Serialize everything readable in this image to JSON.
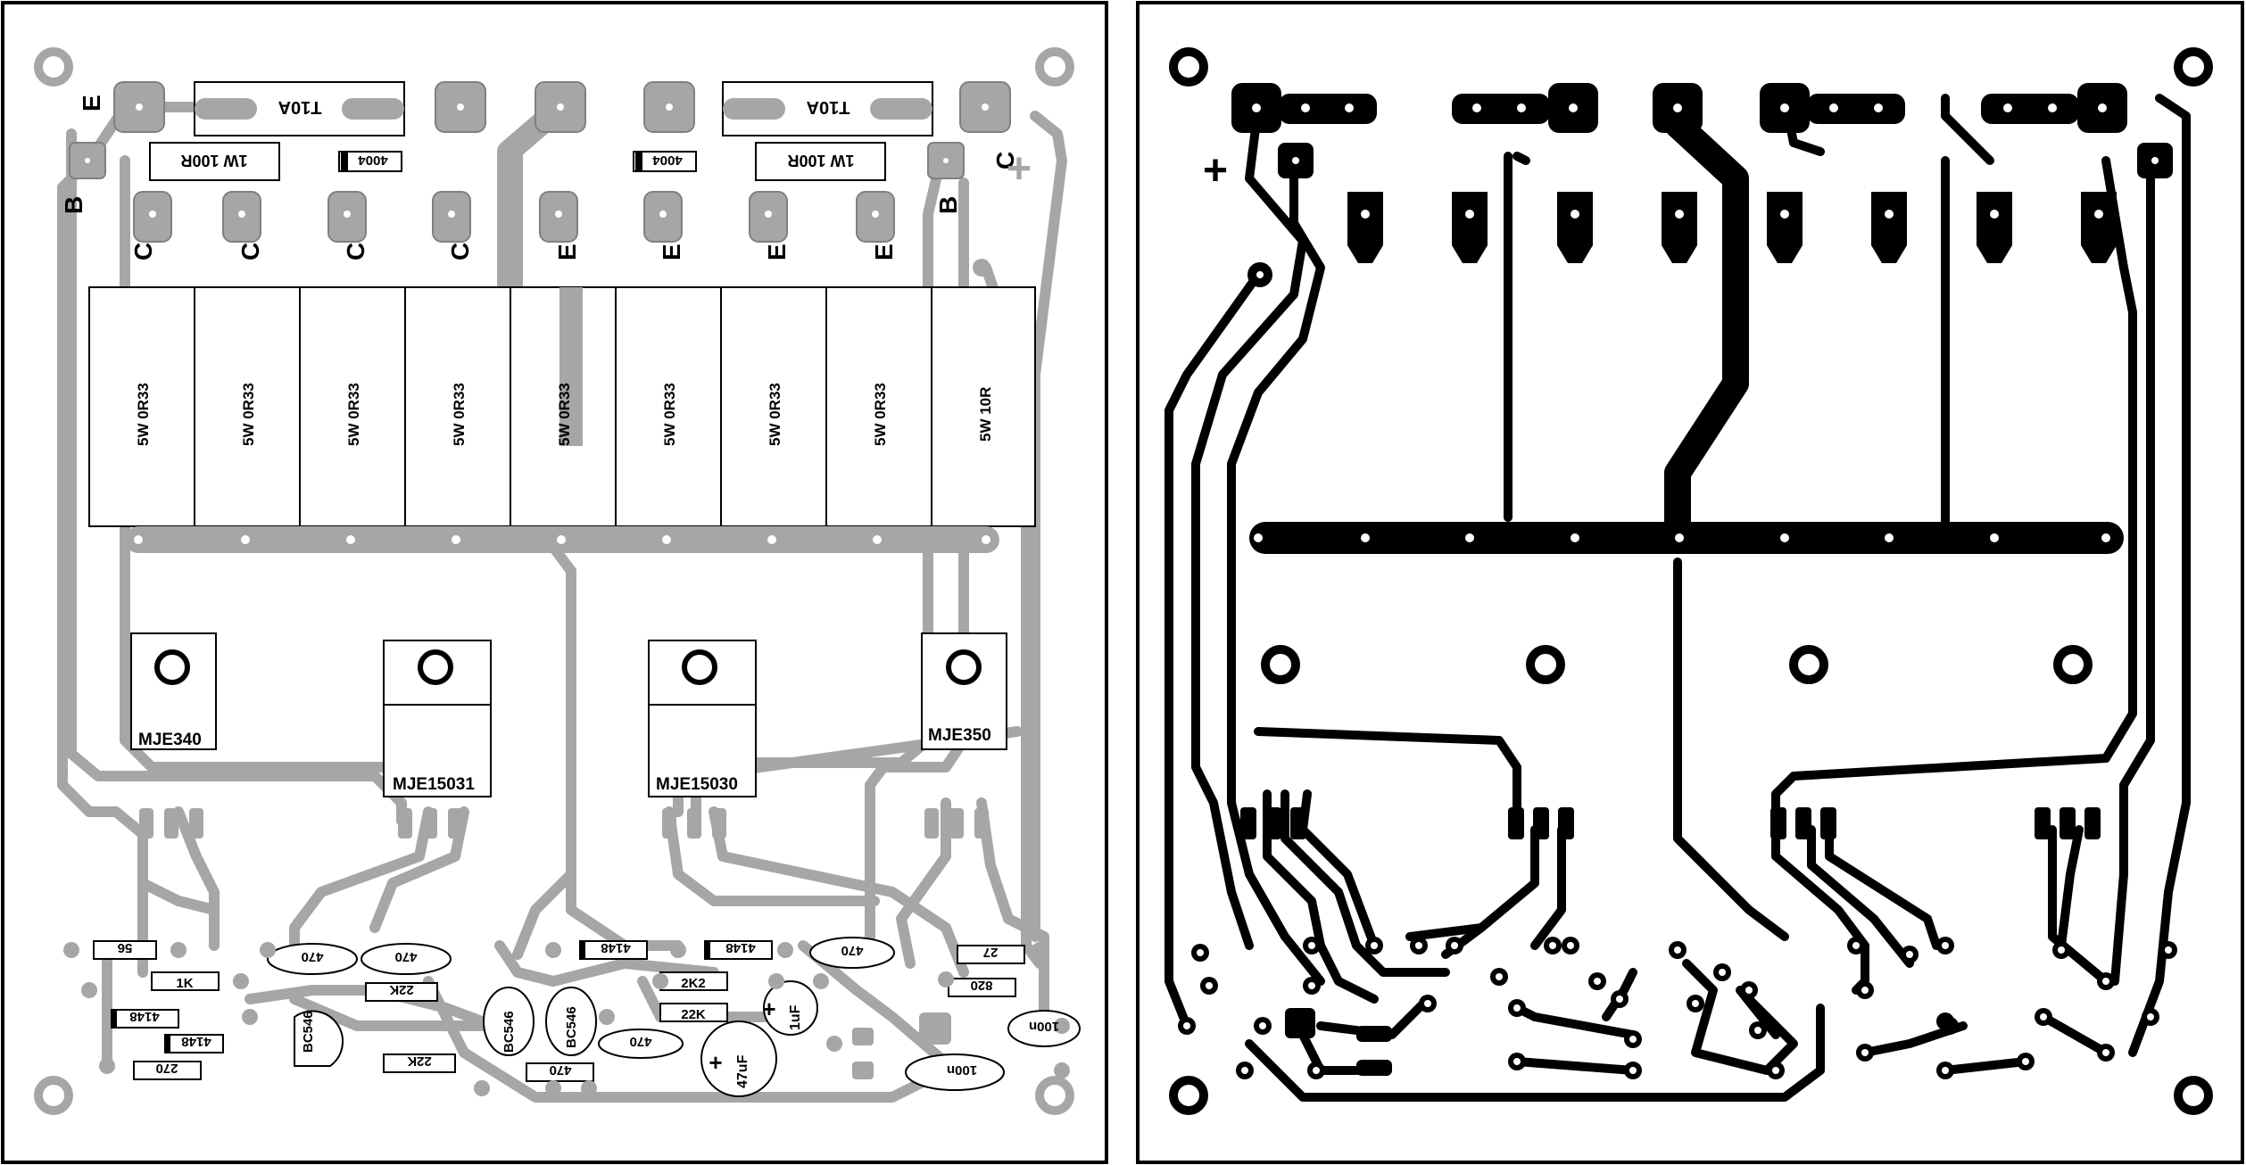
{
  "board": {
    "fuses": [
      "T10A",
      "T10A"
    ],
    "base_resistors": [
      "1W 100R",
      "1W 100R"
    ],
    "diodes_top": [
      "4004",
      "4004"
    ],
    "letter_E": "E",
    "letter_B": "B",
    "letter_C": "C",
    "plus": "+",
    "pad_letters": [
      "C",
      "C",
      "C",
      "C",
      "E",
      "E",
      "E",
      "E"
    ],
    "power_resistors": [
      "5W 0R33",
      "5W 0R33",
      "5W 0R33",
      "5W 0R33",
      "5W 0R33",
      "5W 0R33",
      "5W 0R33",
      "5W 0R33",
      "5W 10R"
    ],
    "transistors": [
      "MJE340",
      "MJE15031",
      "MJE15030",
      "MJE350"
    ],
    "small": {
      "r56": "56",
      "r1k": "1K",
      "d4148a": "4148",
      "d4148b": "4148",
      "r270": "270",
      "bc546a": "BC546",
      "c470a": "470",
      "c470b": "470",
      "r22ka": "22K",
      "r22kb": "22K",
      "bc546b": "BC546",
      "bc546c": "BC546",
      "r470c": "470",
      "d4148c": "4148",
      "d4148d": "4148",
      "r2k2": "2K2",
      "r22kc": "22K",
      "c470d": "470",
      "c1uf": "1uF",
      "c47uf": "47uF",
      "c470e": "470",
      "r27": "27",
      "r820": "820",
      "c100na": "100n",
      "c100nb": "100n"
    }
  }
}
